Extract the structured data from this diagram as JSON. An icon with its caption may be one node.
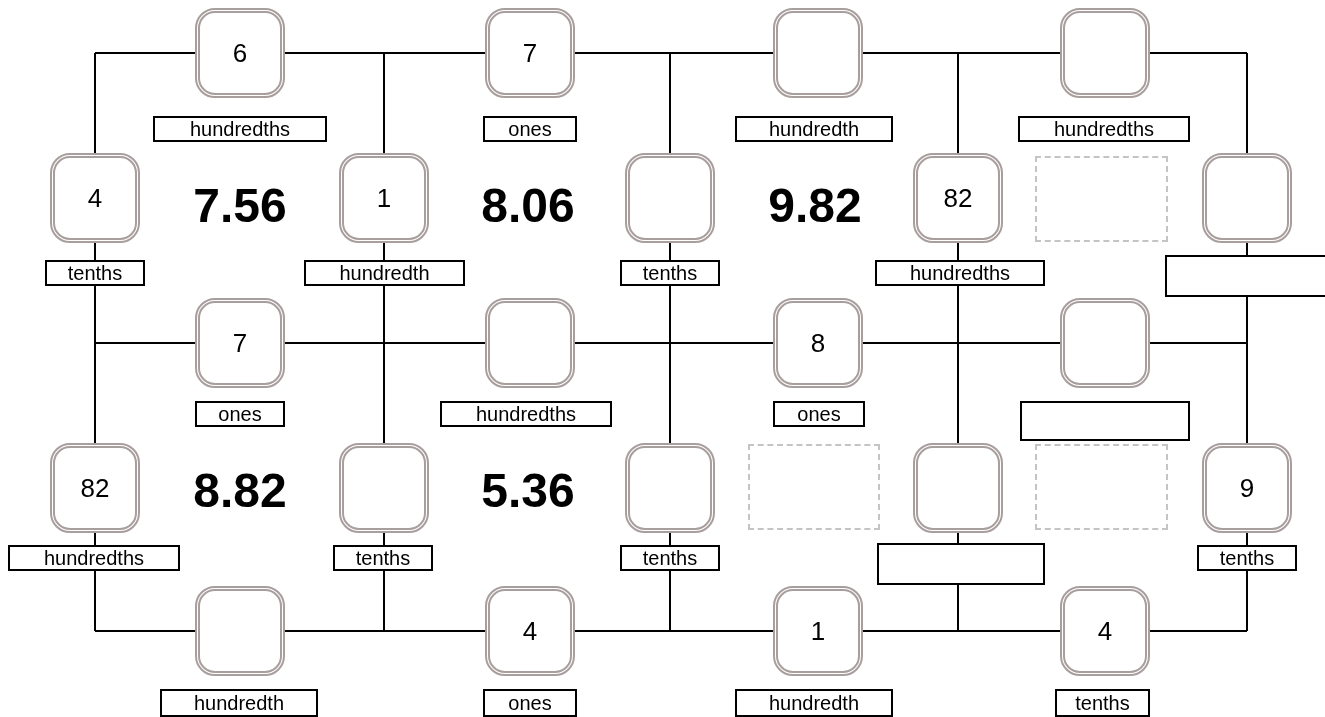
{
  "diagram": {
    "nodes": [
      {
        "text": [
          "6"
        ]
      },
      {
        "text": [
          "hundredths"
        ]
      },
      {
        "text": [
          "7"
        ]
      },
      {
        "text": [
          "ones"
        ]
      },
      {
        "text": [],
        "shape": "box"
      },
      {
        "text": [
          "hundredth"
        ]
      },
      {
        "text": [],
        "shape": "box"
      },
      {
        "text": [
          "hundredths"
        ]
      },
      {
        "text": [
          "4"
        ]
      },
      {
        "text": [
          "tenths"
        ]
      },
      {
        "text": [
          "1"
        ]
      },
      {
        "text": [
          "hundredth"
        ]
      },
      {
        "text": [],
        "shape": "box"
      },
      {
        "text": [
          "tenths"
        ]
      },
      {
        "text": [
          "82"
        ]
      },
      {
        "text": [
          "hundredths"
        ]
      },
      {
        "text": [],
        "shape": "box"
      },
      {
        "text": [],
        "shape": "box"
      },
      {
        "text": [],
        "shape": "box"
      },
      {
        "text": [
          "7"
        ]
      },
      {
        "text": [
          "ones"
        ]
      },
      {
        "text": [],
        "shape": "box"
      },
      {
        "text": [
          "hundredths"
        ]
      },
      {
        "text": [
          "8"
        ]
      },
      {
        "text": [
          "ones"
        ]
      },
      {
        "text": [],
        "shape": "box"
      },
      {
        "text": [],
        "shape": "box"
      },
      {
        "text": [
          "82"
        ]
      },
      {
        "text": [
          "hundredths"
        ]
      },
      {
        "text": [],
        "shape": "box"
      },
      {
        "text": [
          "tenths"
        ]
      },
      {
        "text": [],
        "shape": "box"
      },
      {
        "text": [
          "tenths"
        ]
      },
      {
        "text": [],
        "shape": "box"
      },
      {
        "text": [],
        "shape": "box"
      },
      {
        "text": [],
        "shape": "box"
      },
      {
        "text": [],
        "shape": "box"
      },
      {
        "text": [
          "9"
        ]
      },
      {
        "text": [
          "tenths"
        ]
      },
      {
        "text": [],
        "shape": "box"
      },
      {
        "text": [
          "hundredth"
        ]
      },
      {
        "text": [
          "4"
        ]
      },
      {
        "text": [
          "ones"
        ]
      },
      {
        "text": [
          "1"
        ]
      },
      {
        "text": [
          "hundredth"
        ]
      },
      {
        "text": [
          "4"
        ]
      },
      {
        "text": [
          "tenths"
        ]
      }
    ],
    "labels": [
      "7.56",
      "8.06",
      "9.82",
      "8.82",
      "5.36"
    ]
  }
}
